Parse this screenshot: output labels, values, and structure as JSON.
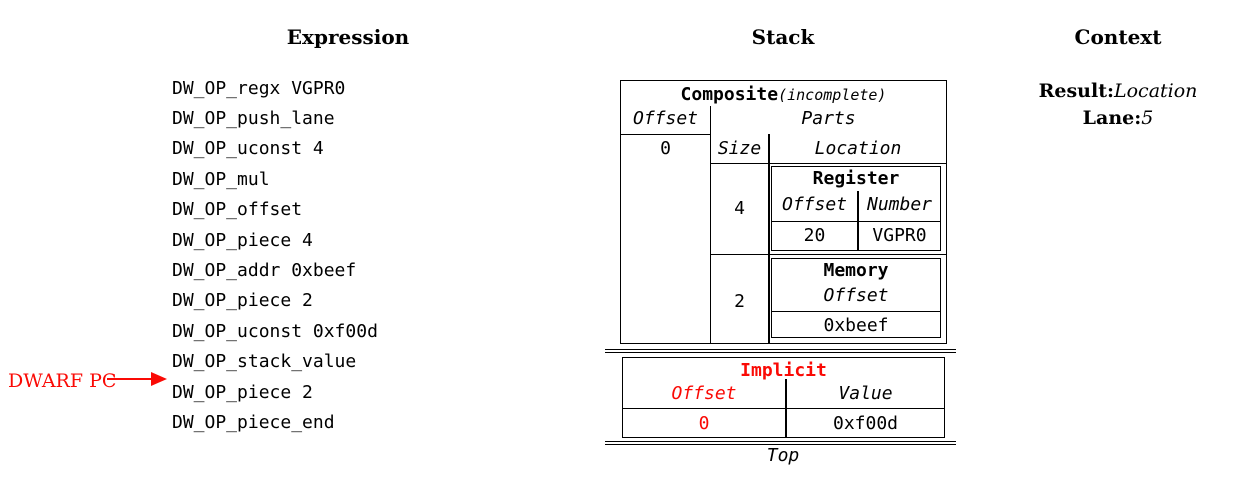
{
  "headers": {
    "expression": "Expression",
    "stack": "Stack",
    "context": "Context"
  },
  "expression": {
    "ops": [
      "DW_OP_regx VGPR0",
      "DW_OP_push_lane",
      "DW_OP_uconst 4",
      "DW_OP_mul",
      "DW_OP_offset",
      "DW_OP_piece 4",
      "DW_OP_addr 0xbeef",
      "DW_OP_piece 2",
      "DW_OP_uconst 0xf00d",
      "DW_OP_stack_value",
      "DW_OP_piece 2",
      "DW_OP_piece_end"
    ],
    "pc_marker_label": "DWARF PC"
  },
  "stack": {
    "composite": {
      "title": "Composite",
      "qualifier": "(incomplete)",
      "col_offset": "Offset",
      "col_parts": "Parts",
      "col_size": "Size",
      "col_location": "Location",
      "offset_value": "0",
      "part1": {
        "size": "4",
        "loc_title": "Register",
        "loc_col1": "Offset",
        "loc_col2": "Number",
        "loc_val1": "20",
        "loc_val2": "VGPR0"
      },
      "part2": {
        "size": "2",
        "loc_title": "Memory",
        "loc_col1": "Offset",
        "loc_val1": "0xbeef"
      }
    },
    "implicit": {
      "title": "Implicit",
      "col1": "Offset",
      "col2": "Value",
      "val1": "0",
      "val2": "0xf00d"
    },
    "top_label": "Top"
  },
  "context": {
    "result_label": "Result:",
    "result_value": "Location",
    "lane_label": "Lane:",
    "lane_value": "5"
  },
  "colors": {
    "accent_red": "#fa0a05",
    "ink": "#000000",
    "background": "#ffffff"
  }
}
